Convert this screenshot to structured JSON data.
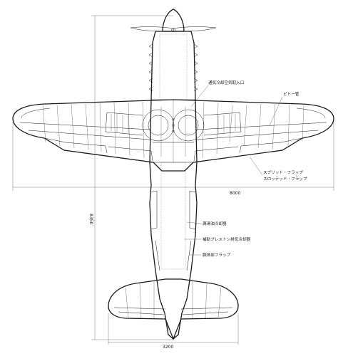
{
  "drawing": {
    "dimensions": {
      "span": "8000",
      "length": "8350",
      "tailplane_span": "3200"
    },
    "callouts": {
      "cooling_air_inlet": "通気冷却空気取入口",
      "pitot_tube": "ピトー管",
      "split_flap": "スプリット・フラップ",
      "slotted_flap": "スロッテッド・フラップ",
      "oil_cooler": "潤滑油冷却器",
      "rear_cooler": "補助プレストン排気冷却器",
      "cowl_flap": "胴体部フラップ"
    },
    "icons": [
      "propeller",
      "fuselage",
      "wing",
      "radiators",
      "tailplane"
    ]
  }
}
